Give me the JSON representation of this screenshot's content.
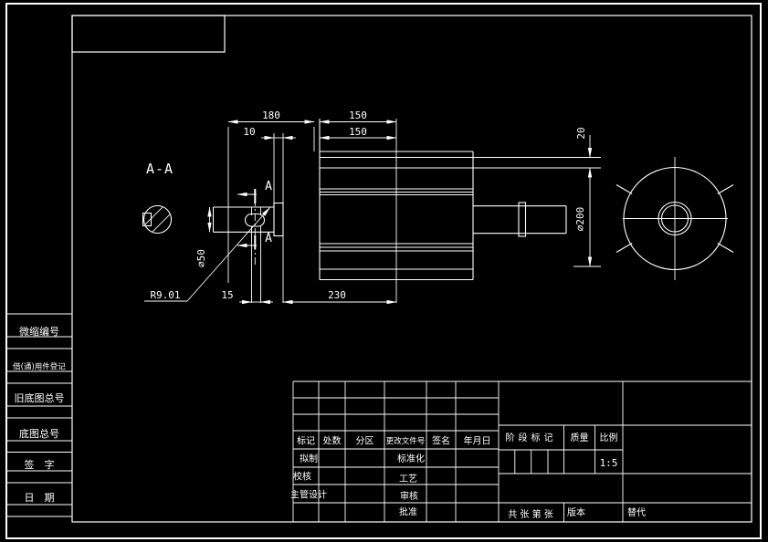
{
  "colors": {
    "background": "#000000",
    "line": "#ffffff"
  },
  "views": {
    "section_title": "A-A",
    "section_letter": "A"
  },
  "dims": {
    "len180": "180",
    "len10": "10",
    "len150_top": "150",
    "len150_bottom": "150",
    "len20": "20",
    "dia200": "∅200",
    "dia50": "∅50",
    "radius": "R9.01",
    "len15": "15",
    "len230": "230"
  },
  "side_strip": {
    "rows": [
      {
        "label": "微缩编号"
      },
      {
        "label": "借(通)用件登记"
      },
      {
        "label": "旧底图总号"
      },
      {
        "label": "底图总号"
      },
      {
        "label": "签　字"
      },
      {
        "label": "日　期"
      }
    ]
  },
  "title_block": {
    "change_header": [
      "标记",
      "处数",
      "分区",
      "更改文件号",
      "签名",
      "年月日"
    ],
    "stage_header": "阶段标记",
    "mass_header": "质量",
    "scale_header": "比例",
    "scale_value": "1:5",
    "sign_left": [
      "拟制",
      "校核",
      "主管设计"
    ],
    "sign_mid": [
      "标准化",
      "工艺",
      "审核",
      "批准"
    ],
    "sheet_info": "共  张 第  张",
    "version_label": "版本",
    "replace_label": "替代"
  }
}
